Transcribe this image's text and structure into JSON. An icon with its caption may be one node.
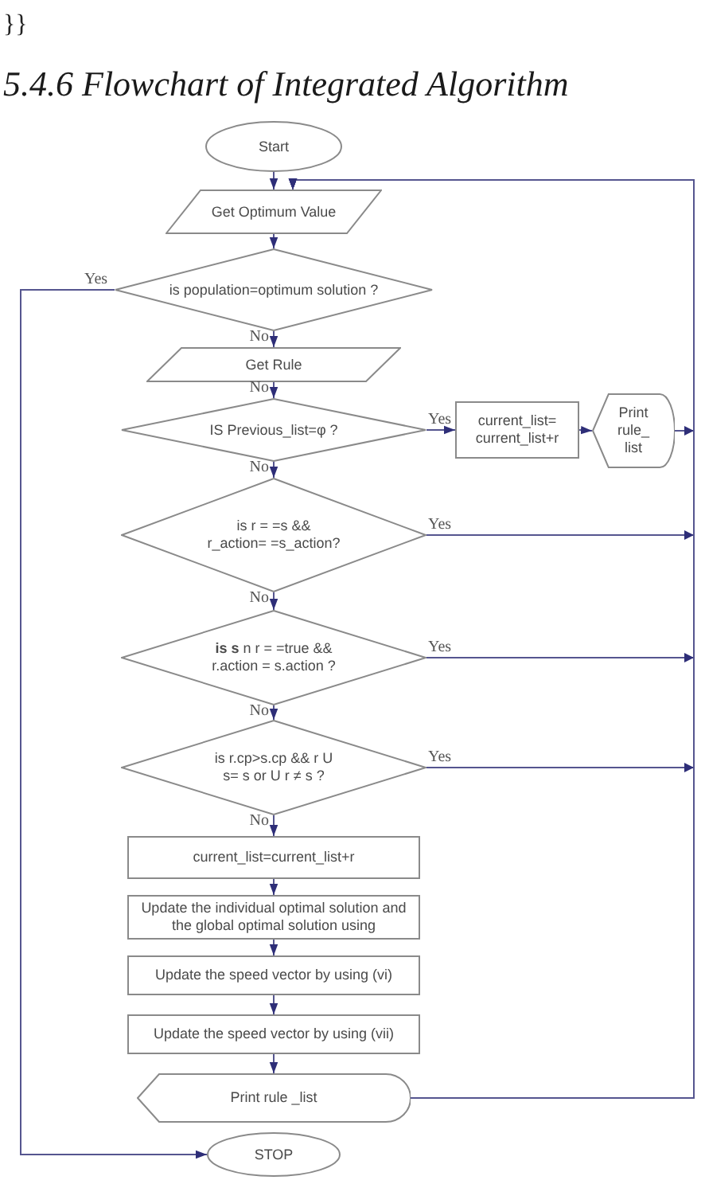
{
  "diagram": {
    "title": "5.4.6 Flowchart of Integrated Algorithm",
    "nodes": [
      {
        "text": [
          "Start"
        ]
      },
      {
        "text": [
          "Get Optimum Value"
        ]
      },
      {
        "text": [
          "is population=optimum solution ?"
        ]
      },
      {
        "text": [
          "Get Rule"
        ]
      },
      {
        "text": [
          "IS Previous_list=φ ?"
        ]
      },
      {
        "text": [
          "current_list= current_list+r"
        ]
      },
      {
        "text": [
          "Print rule_ list"
        ]
      },
      {
        "text": [
          "is r = =s && r_action= =s_action?"
        ]
      },
      {
        "text": [
          "**is s** n r = =true && r.action = s.action ?"
        ]
      },
      {
        "text": [
          "is r.cp>s.cp && r U s= s or U r ≠ s ?"
        ]
      },
      {
        "text": [
          "current_list=current_list+r"
        ]
      },
      {
        "text": [
          "Update the individual optimal solution and the global optimal solution using"
        ]
      },
      {
        "text": [
          "Update the speed vector by using (vi)"
        ]
      },
      {
        "text": [
          "Update the speed vector by using (vii)"
        ]
      },
      {
        "text": [
          "Print rule _list"
        ]
      },
      {
        "text": [
          "STOP"
        ]
      }
    ],
    "edges": [
      {
        "from": 0,
        "to": 1,
        "arrow": "to"
      },
      {
        "from": 1,
        "to": 2,
        "arrow": "to"
      },
      {
        "from": 2,
        "to": 15,
        "arrow": "to",
        "label": "Yes"
      },
      {
        "from": 2,
        "to": 3,
        "arrow": "to",
        "label": "No"
      },
      {
        "from": 3,
        "to": 4,
        "arrow": "to",
        "label": "No"
      },
      {
        "from": 4,
        "to": 5,
        "arrow": "to",
        "label": "Yes"
      },
      {
        "from": 5,
        "to": 6,
        "arrow": "to"
      },
      {
        "from": 6,
        "to": 1,
        "arrow": "to"
      },
      {
        "from": 4,
        "to": 7,
        "arrow": "to",
        "label": "No"
      },
      {
        "from": 7,
        "to": 1,
        "arrow": "to",
        "label": "Yes"
      },
      {
        "from": 7,
        "to": 8,
        "arrow": "to",
        "label": "No"
      },
      {
        "from": 8,
        "to": 1,
        "arrow": "to",
        "label": "Yes"
      },
      {
        "from": 8,
        "to": 9,
        "arrow": "to",
        "label": "No"
      },
      {
        "from": 9,
        "to": 1,
        "arrow": "to",
        "label": "Yes"
      },
      {
        "from": 9,
        "to": 10,
        "arrow": "to",
        "label": "No"
      },
      {
        "from": 10,
        "to": 11,
        "arrow": "to"
      },
      {
        "from": 11,
        "to": 12,
        "arrow": "to"
      },
      {
        "from": 12,
        "to": 13,
        "arrow": "to"
      },
      {
        "from": 13,
        "to": 14,
        "arrow": "to"
      },
      {
        "from": 14,
        "to": 1,
        "arrow": "to"
      }
    ],
    "labels": [
      "}}"
    ]
  }
}
